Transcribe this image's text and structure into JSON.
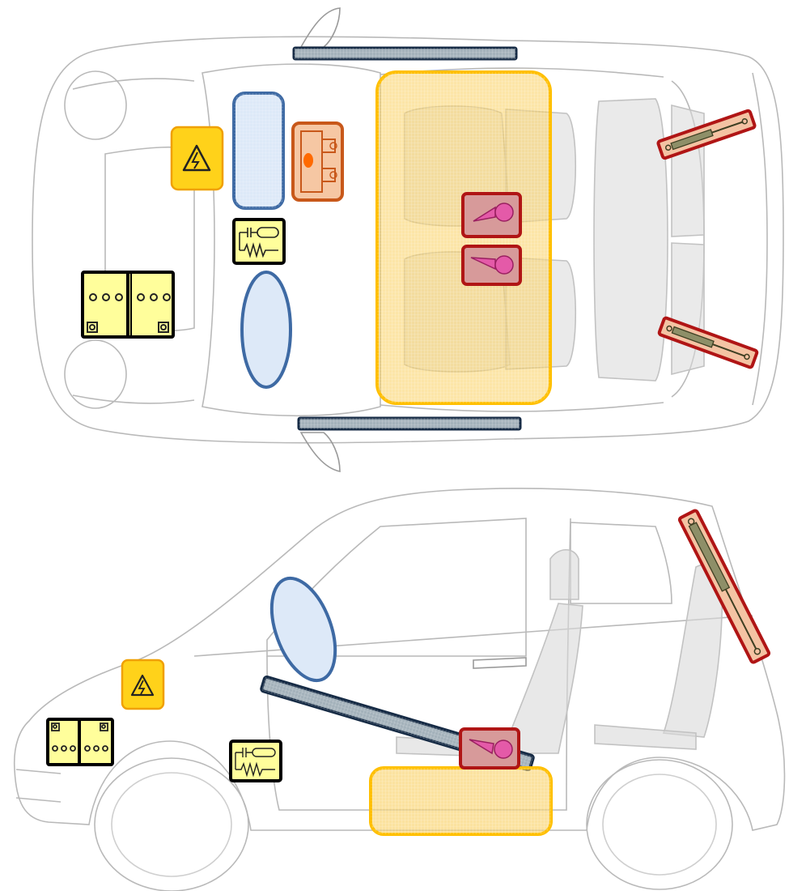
{
  "diagram": {
    "views": [
      {
        "name": "top-view"
      },
      {
        "name": "side-view"
      }
    ],
    "legend_shown": false,
    "components": [
      {
        "kind": "high-voltage-warning",
        "icon": "high-voltage-icon",
        "fill": "#ffd21a",
        "border": "#f0a000"
      },
      {
        "kind": "airbag",
        "fill": "#dde9f8",
        "border": "#3e6aa4"
      },
      {
        "kind": "control-unit",
        "fill": "#f6c7a3",
        "border": "#c8581a",
        "accent": "#ff6a00"
      },
      {
        "kind": "gas-generator",
        "fill": "#fffe9b",
        "border": "#000000"
      },
      {
        "kind": "battery",
        "fill": "#fffe9b",
        "border": "#000000"
      },
      {
        "kind": "seat-zone",
        "fill": "#f9cf5f",
        "border": "#ffbf00"
      },
      {
        "kind": "belt-tensioner",
        "fill": "#d79a9a",
        "border": "#b01515",
        "accent": "#e45aa8"
      },
      {
        "kind": "gas-strut",
        "fill": "#f4c3a3",
        "border": "#b01515",
        "accent": "#6f7144"
      },
      {
        "kind": "reinforcement-bar",
        "fill": "#a4b2bb",
        "border": "#152a44"
      }
    ],
    "colors": {
      "outline": "#b9b9b9",
      "outline_dark": "#9a9a9a",
      "interior_gray": "#d9d9d9"
    }
  }
}
